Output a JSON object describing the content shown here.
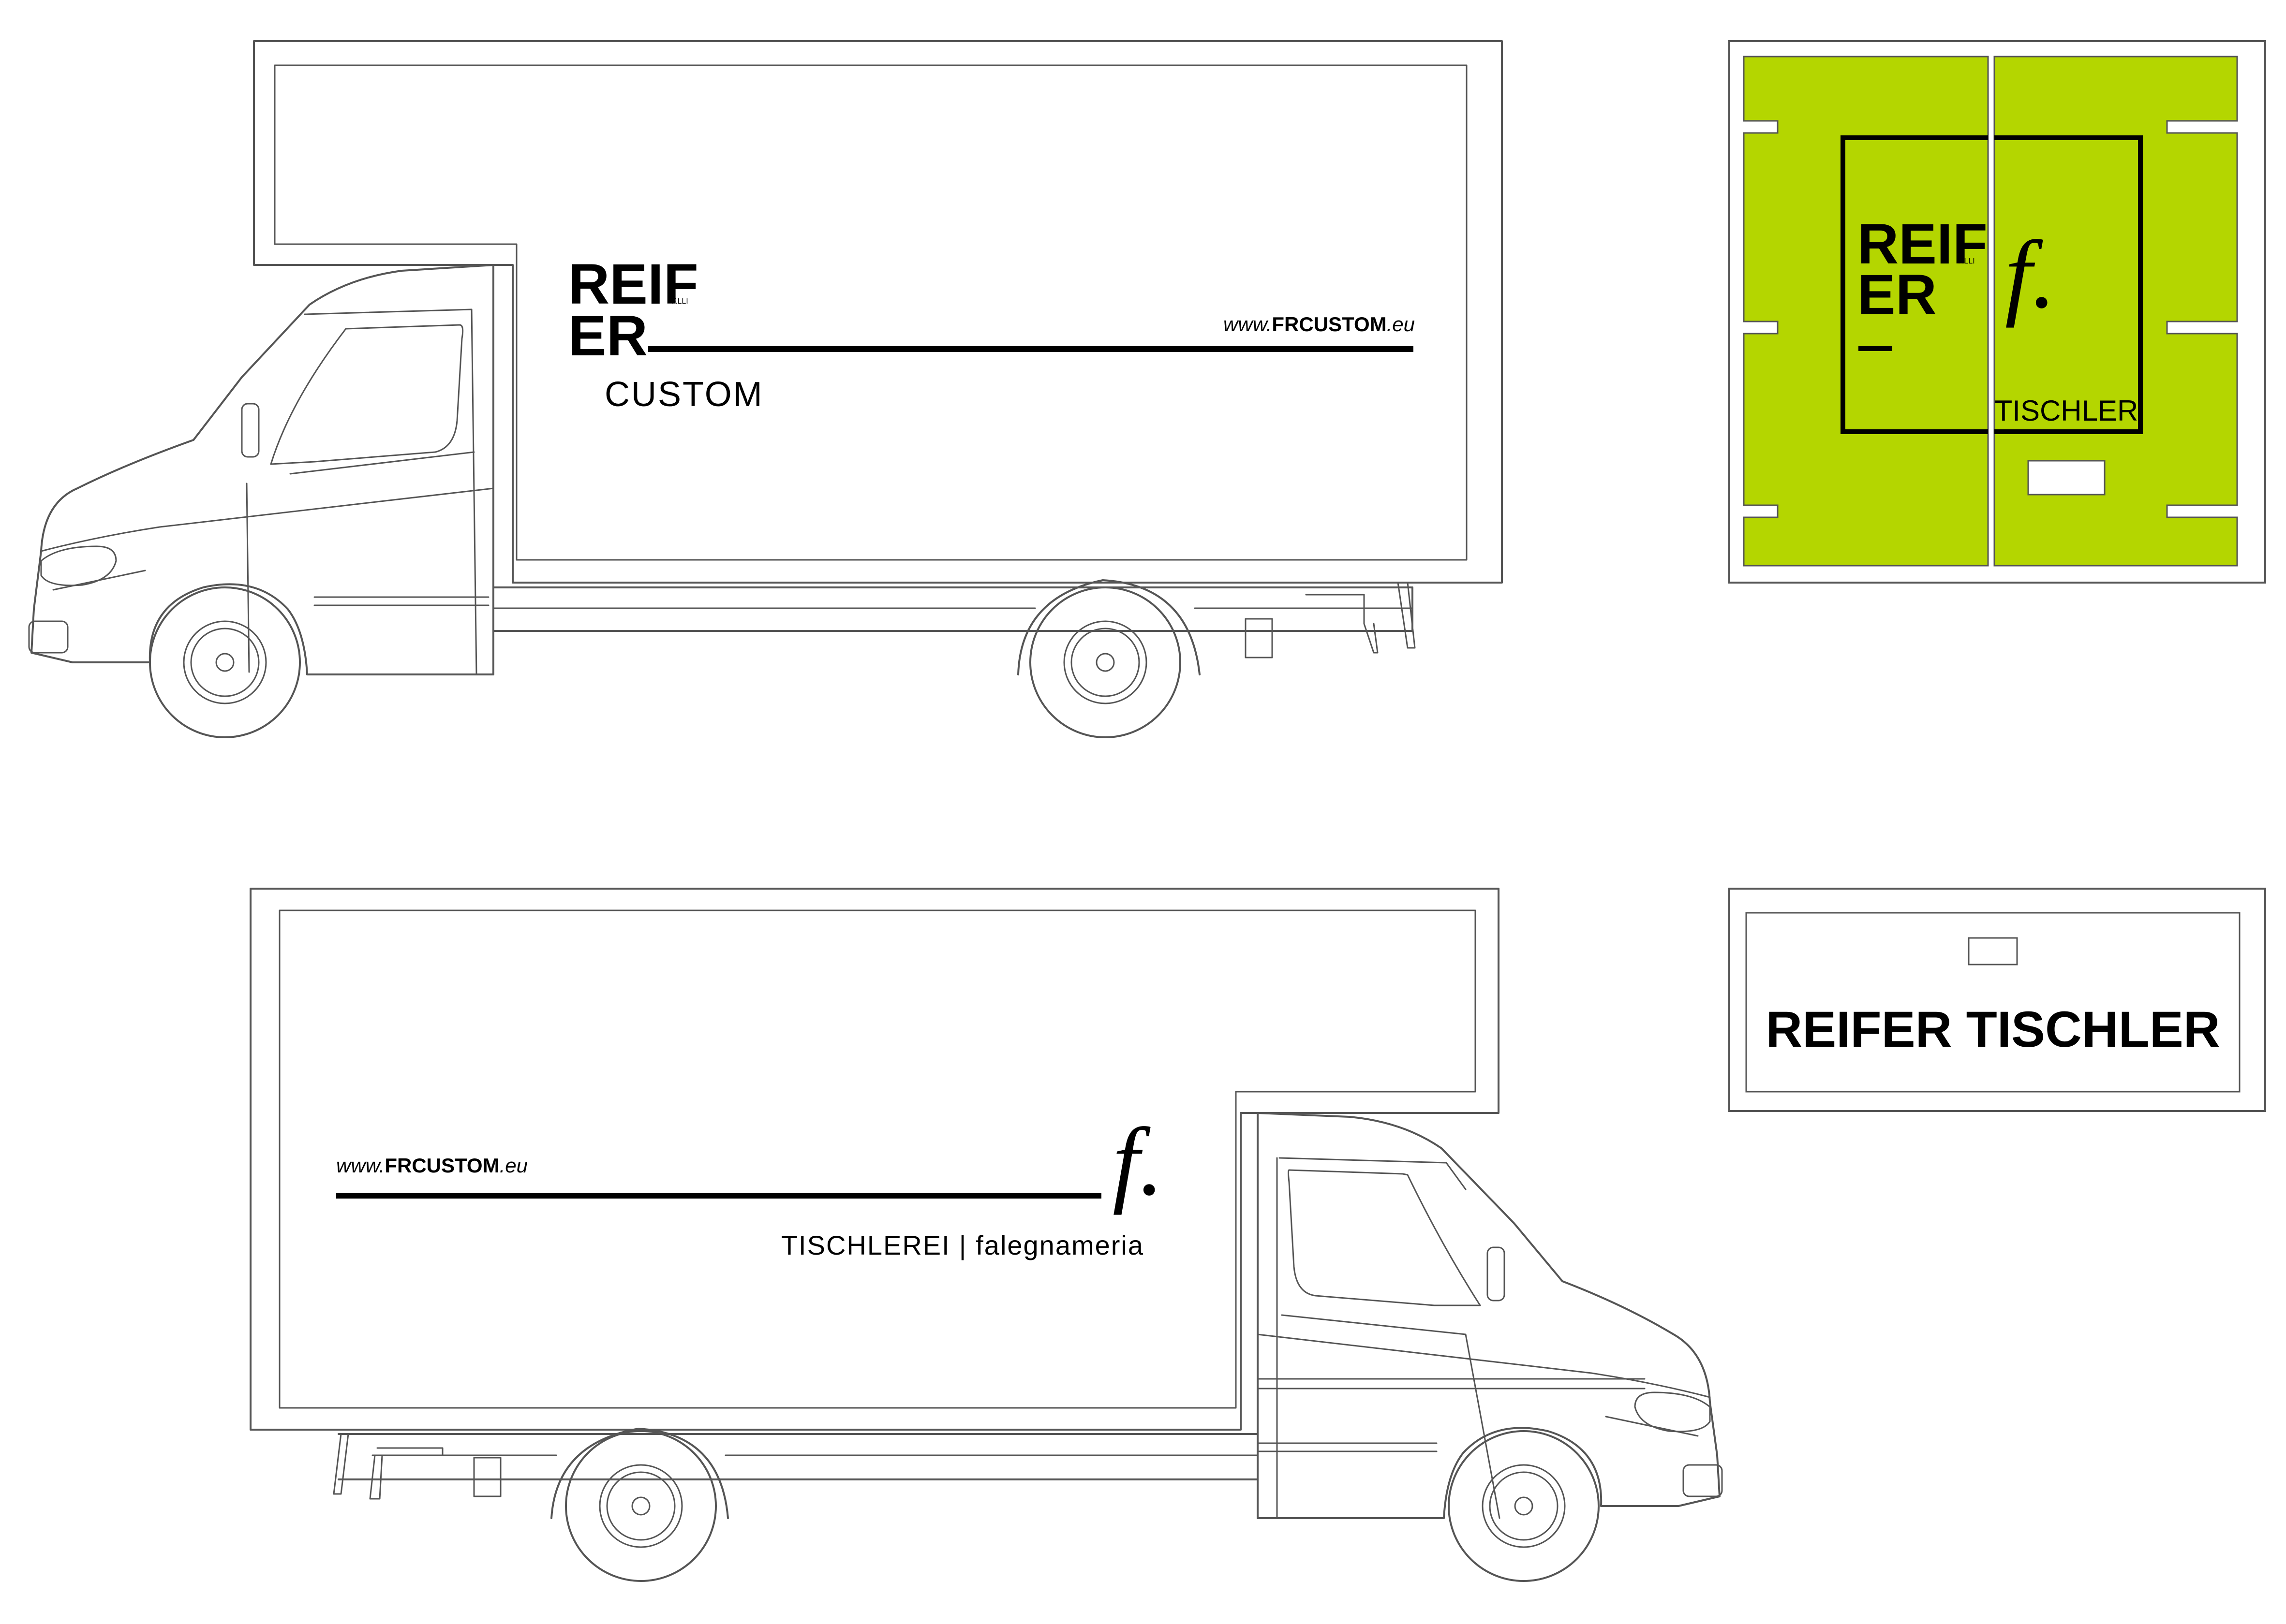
{
  "colors": {
    "line": "#555555",
    "accent": "#b4d600",
    "ink": "#000000",
    "background": "#ffffff"
  },
  "truck_left": {
    "logo_line1": "REIF",
    "logo_line2": "ER",
    "logo_small": "F.LLI",
    "website_prefix": "www.",
    "website_name": "FRCUSTOM",
    "website_suffix": ".eu",
    "tagline": "CUSTOM"
  },
  "truck_right": {
    "website_prefix": "www.",
    "website_name": "FRCUSTOM",
    "website_suffix": ".eu",
    "signature": "f.",
    "tagline_de": "TISCHLEREI",
    "tagline_sep": "|",
    "tagline_it": "falegnameria"
  },
  "rear_doors": {
    "logo_line1": "REIF",
    "logo_line2": "ER",
    "logo_small": "F.LLI",
    "signature": "f.",
    "word": "TISCHLER"
  },
  "front_panel": {
    "title": "REIFER TISCHLER"
  }
}
